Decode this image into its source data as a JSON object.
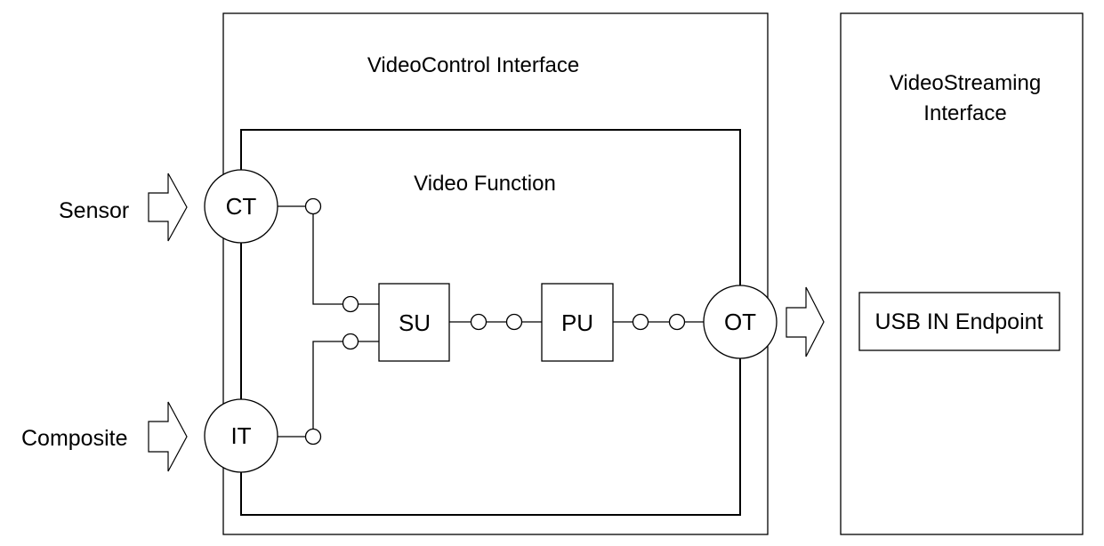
{
  "labels": {
    "videocontrol_interface": "VideoControl Interface",
    "videostreaming_interface_line1": "VideoStreaming",
    "videostreaming_interface_line2": "Interface",
    "video_function": "Video Function",
    "sensor": "Sensor",
    "composite": "Composite",
    "ct": "CT",
    "it": "IT",
    "su": "SU",
    "pu": "PU",
    "ot": "OT",
    "usb_in_endpoint": "USB IN Endpoint"
  }
}
